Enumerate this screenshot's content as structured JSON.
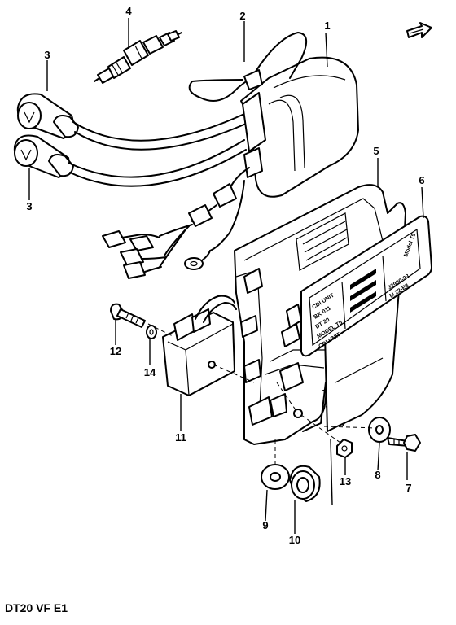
{
  "diagram": {
    "code": "DT20 VF E1",
    "plate_text": {
      "top": "Model T5",
      "left_lines": [
        "CDI UNIT",
        "BK 011",
        "DT 20",
        "MODEL T5",
        "CDI UNIT"
      ],
      "right_lines": [
        "32900-93",
        "M 22-E3"
      ]
    },
    "callouts": [
      {
        "id": "c1",
        "num": "1"
      },
      {
        "id": "c2",
        "num": "2"
      },
      {
        "id": "c3a",
        "num": "3"
      },
      {
        "id": "c3b",
        "num": "3"
      },
      {
        "id": "c4",
        "num": "4"
      },
      {
        "id": "c5",
        "num": "5"
      },
      {
        "id": "c6",
        "num": "6"
      },
      {
        "id": "c7",
        "num": "7"
      },
      {
        "id": "c8",
        "num": "8"
      },
      {
        "id": "c9",
        "num": "9"
      },
      {
        "id": "c10",
        "num": "10"
      },
      {
        "id": "c11",
        "num": "11"
      },
      {
        "id": "c12",
        "num": "12"
      },
      {
        "id": "c13",
        "num": "13"
      },
      {
        "id": "c14",
        "num": "14"
      }
    ]
  }
}
